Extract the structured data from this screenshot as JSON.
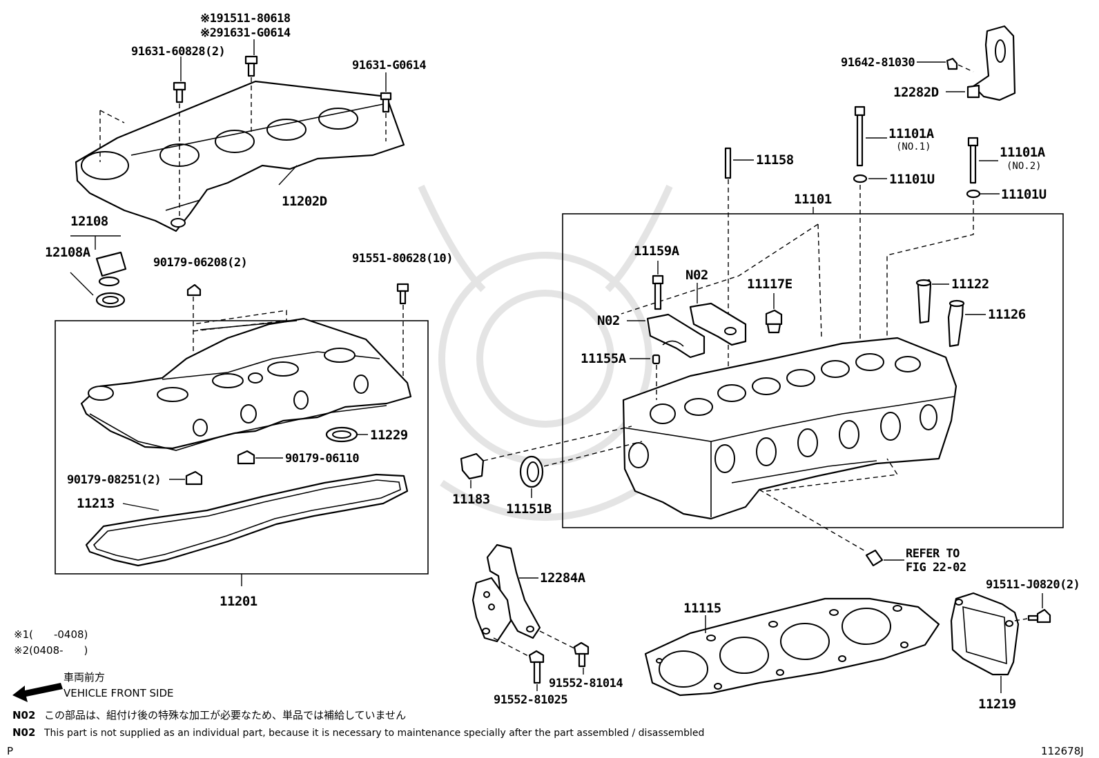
{
  "labels": {
    "p91511_80618": "※191511-80618",
    "p91631_g0614_a": "※291631-G0614",
    "p91631_60828": "91631-60828(2)",
    "p91631_g0614_b": "91631-G0614",
    "p11202d": "11202D",
    "p12108": "12108",
    "p12108a": "12108A",
    "p90179_06208": "90179-06208(2)",
    "p91551_80628": "91551-80628(10)",
    "p11229": "11229",
    "p90179_06110": "90179-06110",
    "p90179_08251": "90179-08251(2)",
    "p11213": "11213",
    "p11201": "11201",
    "p91642_81030": "91642-81030",
    "p12282d": "12282D",
    "p11158": "11158",
    "p11101a_1": "11101A",
    "p11101a_1_sub": "(NO.1)",
    "p11101u_1": "11101U",
    "p11101a_2": "11101A",
    "p11101a_2_sub": "(NO.2)",
    "p11101u_2": "11101U",
    "p11101": "11101",
    "p11159a": "11159A",
    "pn02_a": "N02",
    "p11117e": "11117E",
    "p11122": "11122",
    "pn02_b": "N02",
    "p11126": "11126",
    "p11155a": "11155A",
    "p11183": "11183",
    "p11151b": "11151B",
    "refer_1": "REFER TO",
    "refer_2": "FIG 22-02",
    "p12284a": "12284A",
    "p11115": "11115",
    "p91511_j0820": "91511-J0820(2)",
    "p91552_81014": "91552-81014",
    "p91552_81025": "91552-81025",
    "p11219": "11219"
  },
  "notes": {
    "range1": "※1(　　-0408)",
    "range2": "※2(0408-　　)",
    "front_jp": "車両前方",
    "front_en": "VEHICLE FRONT SIDE",
    "n02_code_1": "N02",
    "n02_jp": "この部品は、組付け後の特殊な加工が必要なため、単品では補給していません",
    "n02_code_2": "N02",
    "n02_en": "This part is not supplied as an individual part, because it is necessary to maintenance specially after the part assembled / disassembled",
    "corner_left": "P",
    "figure_id": "112678J"
  }
}
